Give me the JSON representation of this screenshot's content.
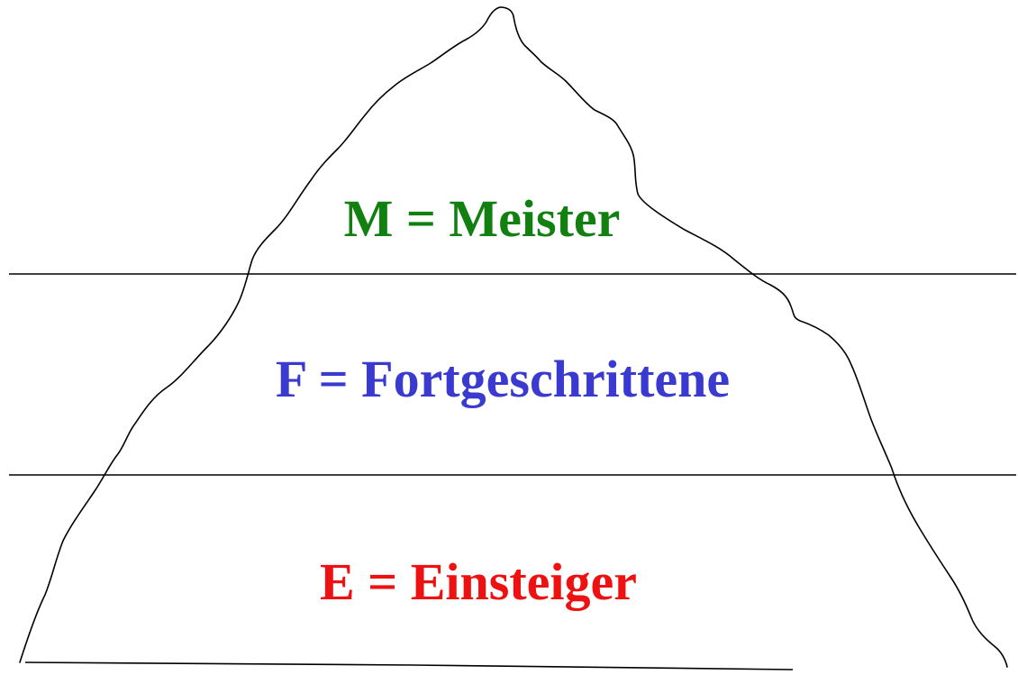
{
  "levels": [
    {
      "id": "meister",
      "label": "M = Meister",
      "color": "#118011"
    },
    {
      "id": "fortgeschrittene",
      "label": "F = Fortgeschrittene",
      "color": "#3a3ad0"
    },
    {
      "id": "einsteiger",
      "label": "E = Einsteiger",
      "color": "#ee1111"
    }
  ],
  "outline_color": "#000000"
}
